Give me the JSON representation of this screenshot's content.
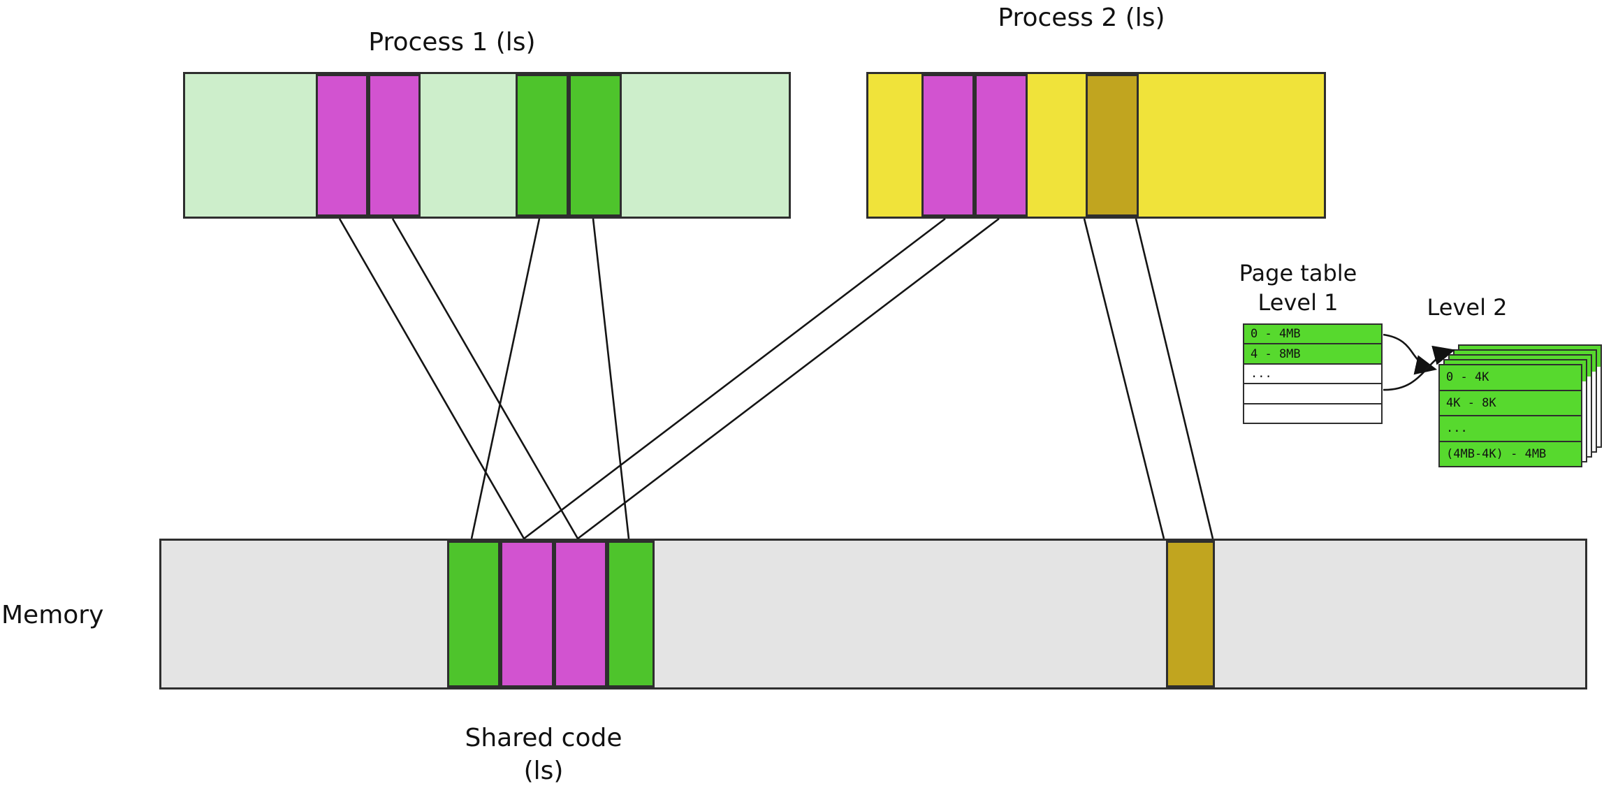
{
  "labels": {
    "process1_title": "Process 1 (ls)",
    "process2_title": "Process 2 (ls)",
    "memory_label": "Memory",
    "shared_code_line1": "Shared code",
    "shared_code_line2": "(ls)",
    "page_table_line1": "Page table",
    "page_table_line2": "Level 1",
    "level2_title": "Level 2"
  },
  "colors": {
    "process1_bg": "#cdeecb",
    "process2_bg": "#f0e33a",
    "magenta": "#d253d0",
    "green": "#4ec42c",
    "olive": "#c1a51f",
    "memory_bg": "#e4e4e4",
    "table_green": "#57d92e",
    "border": "#2e2e2e",
    "line": "#141414"
  },
  "page_table": {
    "level1_rows": [
      {
        "label": "0 - 4MB",
        "green": true
      },
      {
        "label": "4 - 8MB",
        "green": true
      },
      {
        "label": "...",
        "green": false
      },
      {
        "label": "",
        "green": false
      },
      {
        "label": "",
        "green": false
      }
    ],
    "level2_rows": [
      {
        "label": "0 - 4K",
        "green": true
      },
      {
        "label": "4K - 8K",
        "green": true
      },
      {
        "label": "...",
        "green": true
      },
      {
        "label": "(4MB-4K) - 4MB",
        "green": true
      }
    ]
  }
}
